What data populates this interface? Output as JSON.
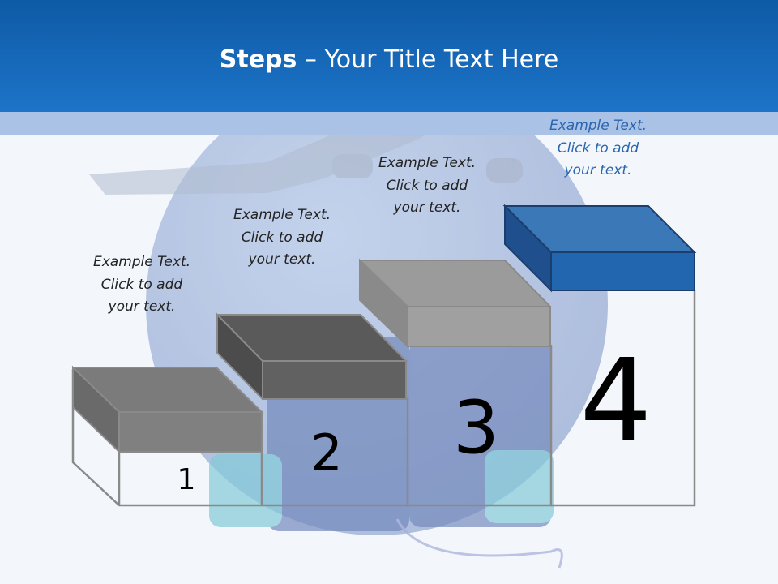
{
  "title": {
    "bold": "Steps",
    "rest": " – Your Title Text Here"
  },
  "steps": [
    {
      "number": "1",
      "line1": "Example Text.",
      "line2": "Click  to add",
      "line3": "your text."
    },
    {
      "number": "2",
      "line1": "Example Text.",
      "line2": "Click  to add",
      "line3": "your text."
    },
    {
      "number": "3",
      "line1": "Example Text.",
      "line2": "Click  to add",
      "line3": "your text."
    },
    {
      "number": "4",
      "line1": "Example Text.",
      "line2": "Click  to add",
      "line3": "your text."
    }
  ],
  "colors": {
    "header": "#1565b8",
    "stripe": "#a9c2e6",
    "active_step": "#2a66b0",
    "inactive_step": "#7a7a7a"
  },
  "icons": [
    "globe-illustration",
    "airplane-illustration",
    "suitcase-illustration"
  ]
}
